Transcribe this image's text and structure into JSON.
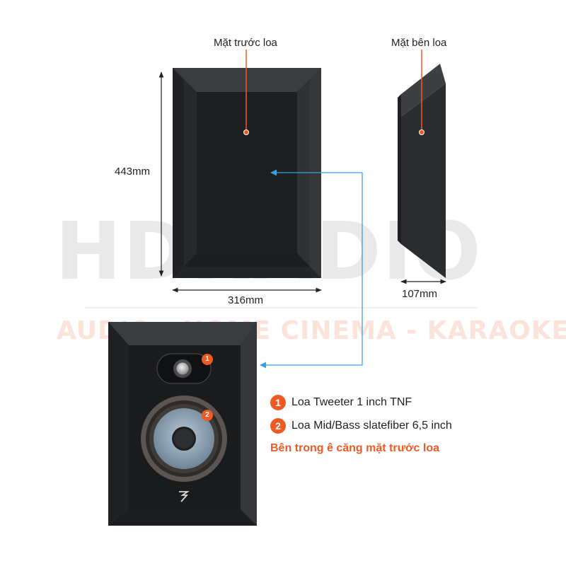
{
  "watermark": {
    "brand": "HDRADIO",
    "tagline": "AUDIO - HOME CINEMA - KARAOKE"
  },
  "labels": {
    "front": "Mặt trước loa",
    "side": "Mặt bên loa",
    "height": "443mm",
    "width": "316mm",
    "depth": "107mm"
  },
  "features": [
    {
      "num": "1",
      "text": "Loa Tweeter 1 inch TNF"
    },
    {
      "num": "2",
      "text": "Loa Mid/Bass slatefiber 6,5 inch"
    }
  ],
  "note": "Bên trong ê căng mặt trước loa",
  "colors": {
    "accent": "#ee5a24",
    "arrow": "#3aa0e0",
    "cabinet": "#2b2d30"
  }
}
